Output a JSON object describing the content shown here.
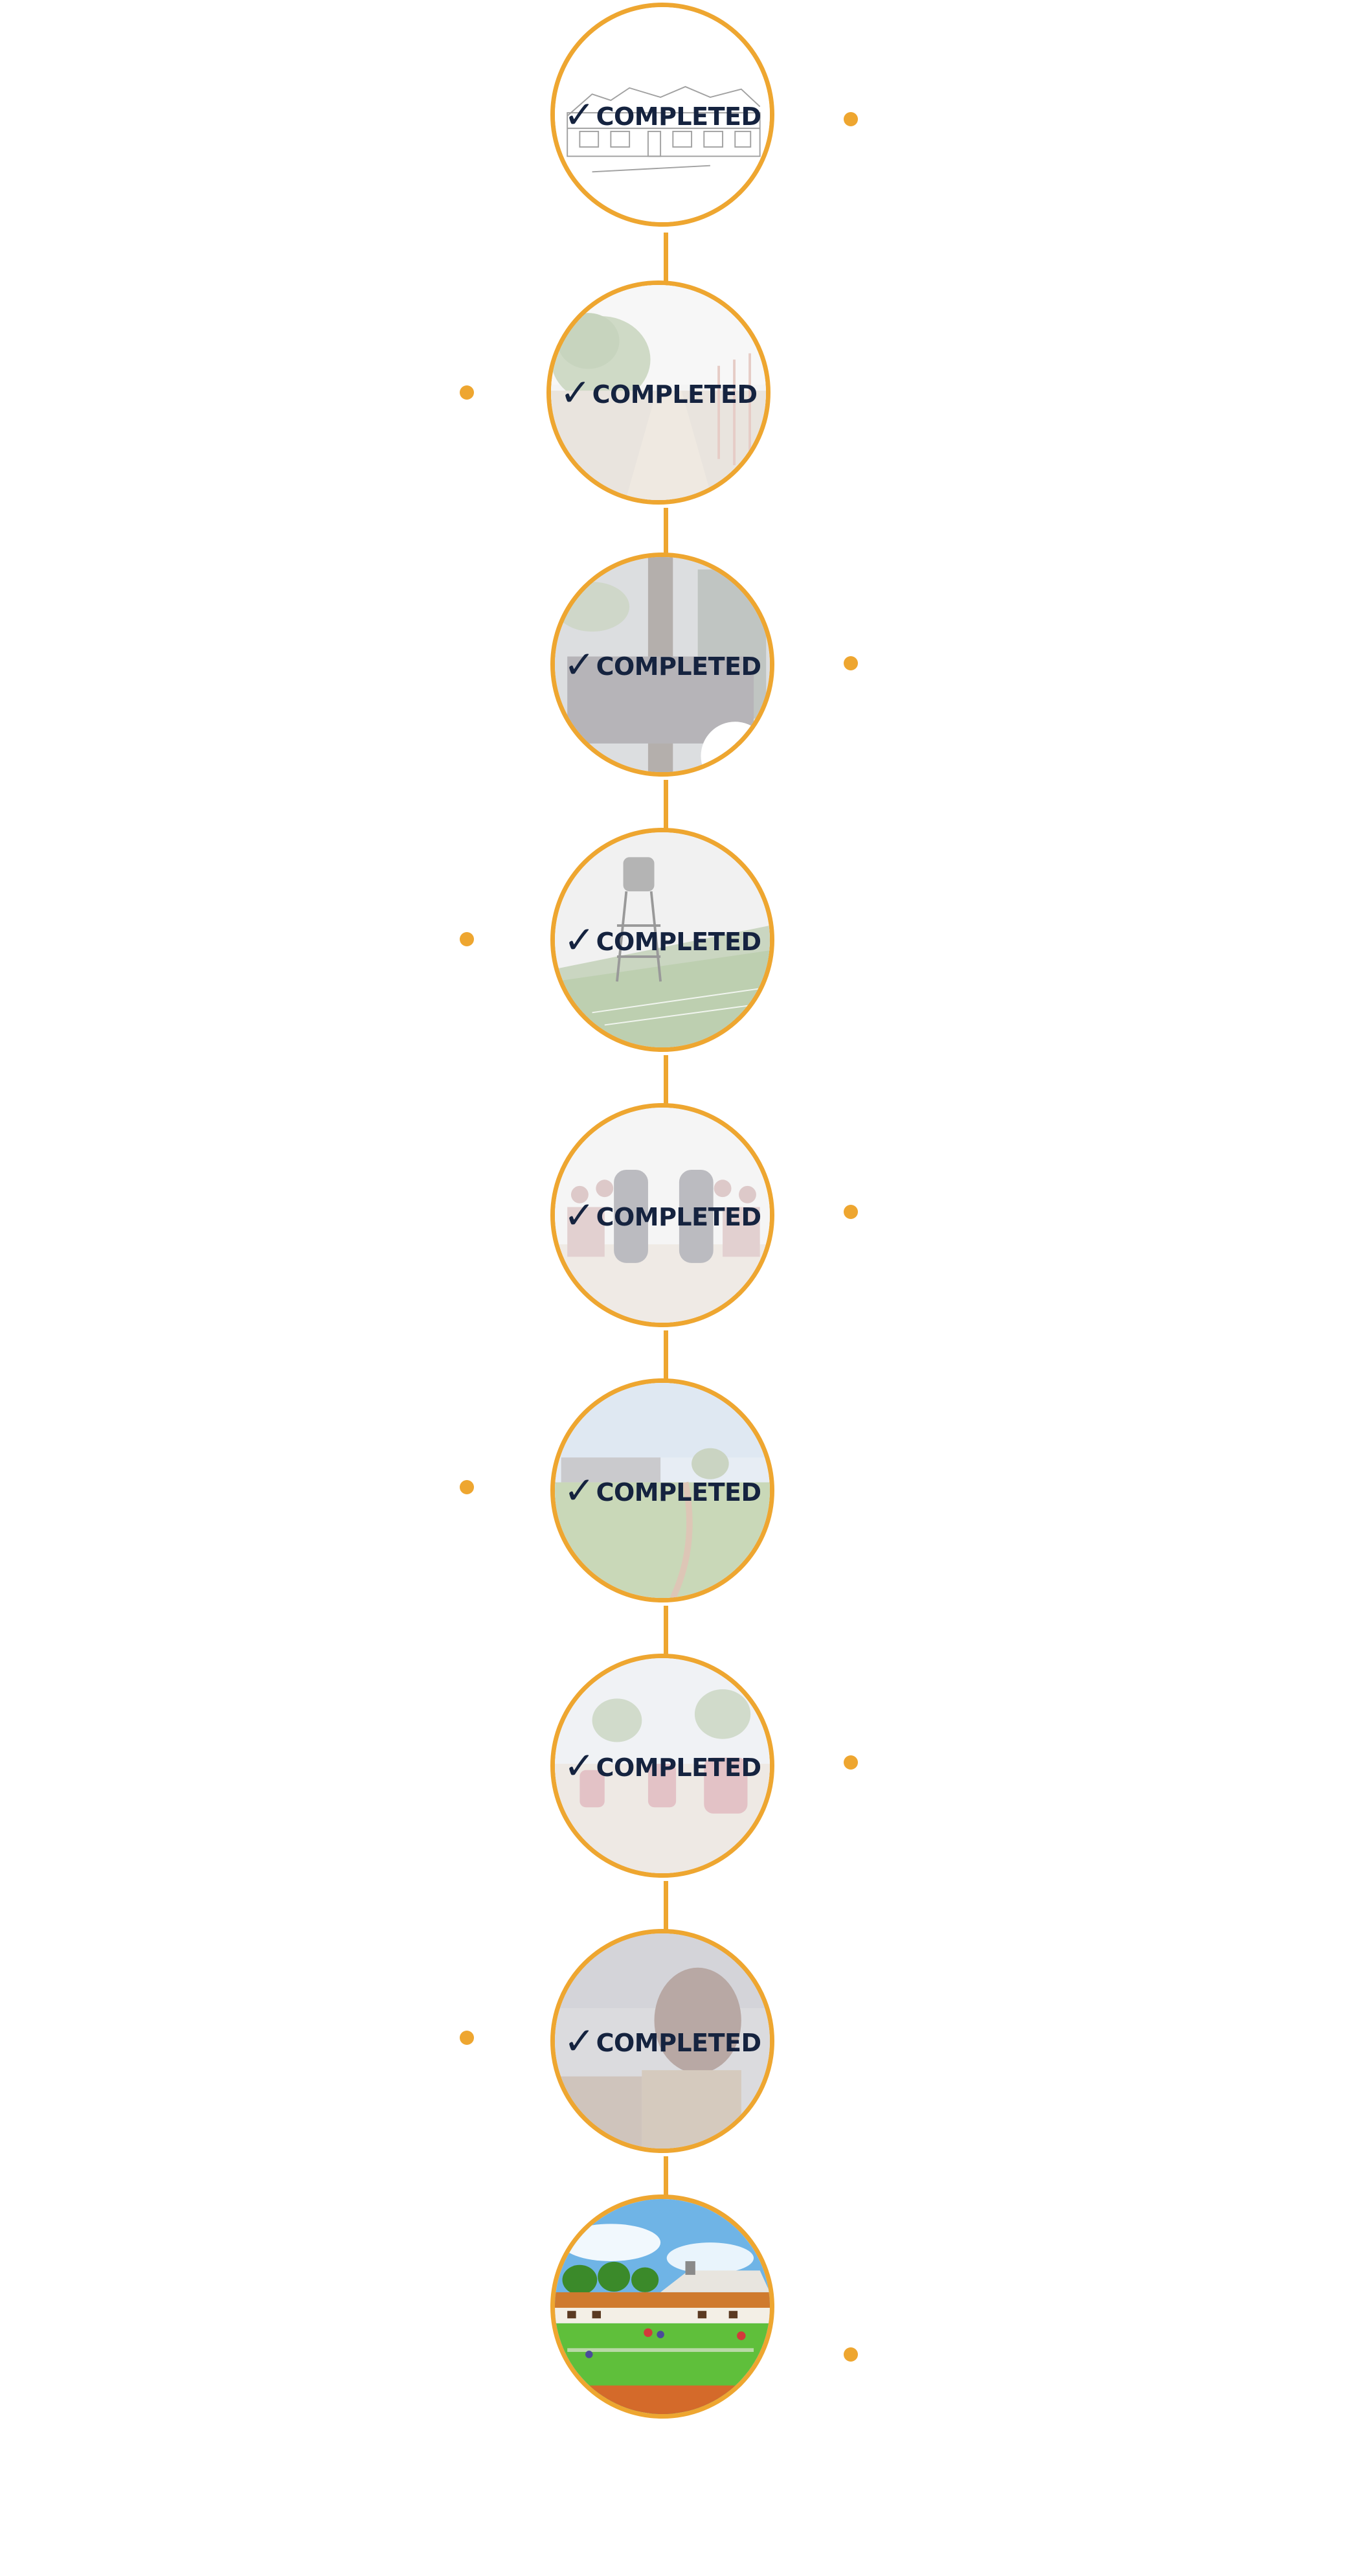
{
  "colors": {
    "accent": "#eea630",
    "status_text": "#15233f",
    "background": "#ffffff"
  },
  "timeline": {
    "milestones": [
      {
        "status": "COMPLETED",
        "check_icon": "✓",
        "image": "school-building-sketch",
        "dot_side": "right"
      },
      {
        "status": "COMPLETED",
        "check_icon": "✓",
        "image": "dirt-road-site",
        "dot_side": "left"
      },
      {
        "status": "COMPLETED",
        "check_icon": "✓",
        "image": "drilling-rig",
        "dot_side": "right"
      },
      {
        "status": "COMPLETED",
        "check_icon": "✓",
        "image": "water-tower-field",
        "dot_side": "left"
      },
      {
        "status": "COMPLETED",
        "check_icon": "✓",
        "image": "groundbreaking-crowd",
        "dot_side": "right"
      },
      {
        "status": "COMPLETED",
        "check_icon": "✓",
        "image": "green-field-buildings",
        "dot_side": "left"
      },
      {
        "status": "COMPLETED",
        "check_icon": "✓",
        "image": "children-playing-outdoors",
        "dot_side": "right"
      },
      {
        "status": "COMPLETED",
        "check_icon": "✓",
        "image": "student-portrait",
        "dot_side": "left"
      },
      {
        "status": "",
        "check_icon": "",
        "image": "finished-school-campus",
        "dot_side": "right"
      }
    ]
  }
}
